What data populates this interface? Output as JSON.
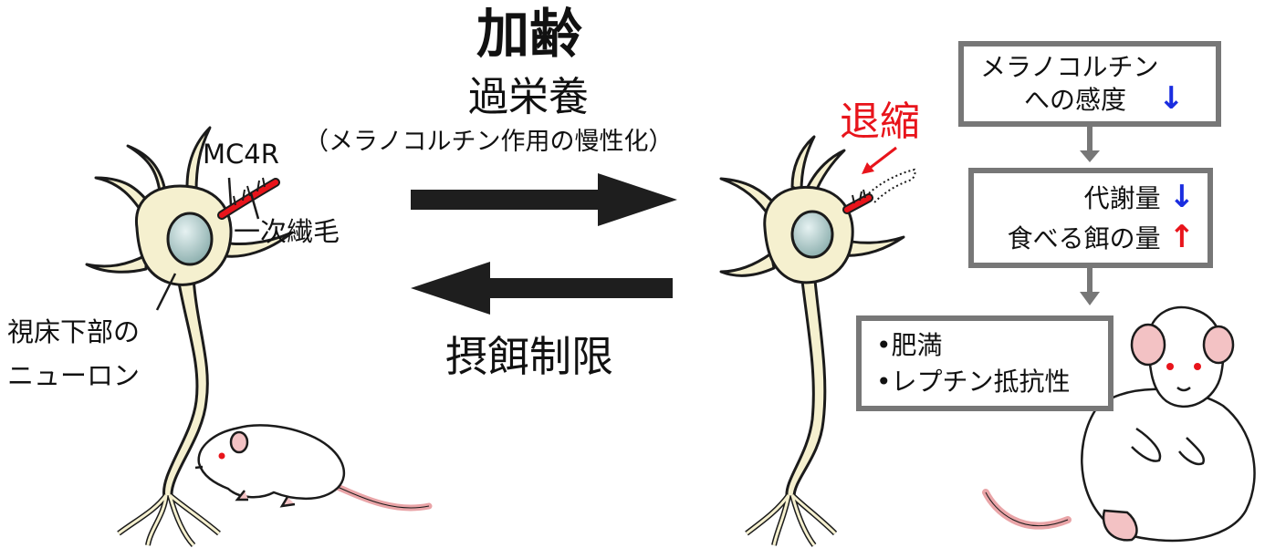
{
  "center": {
    "title_aging": "加齢",
    "title_overnutrition": "過栄養",
    "subtitle": "（メラノコルチン作用の慢性化）",
    "bottom_label": "摂餌制限"
  },
  "left_neuron": {
    "receptor_label": "MC4R",
    "cilium_label": "一次繊毛",
    "neuron_label_line1": "視床下部の",
    "neuron_label_line2": "ニューロン"
  },
  "right_neuron": {
    "retraction_label": "退縮"
  },
  "flow": {
    "box1_line1": "メラノコルチン",
    "box1_line2": "への感度",
    "box1_arrow": "↓",
    "box2_line1": "代謝量",
    "box2_arrow1": "↓",
    "box2_line2": "食べる餌の量",
    "box2_arrow2": "↑",
    "box3_line1": "•肥満",
    "box3_line2": "•レプチン抵抗性"
  },
  "colors": {
    "accent_red": "#e8141b",
    "accent_blue": "#1a2de0",
    "box_border": "#777777",
    "neuron_fill": "#f5f0cf",
    "arrow_dark": "#1e1e1e"
  }
}
